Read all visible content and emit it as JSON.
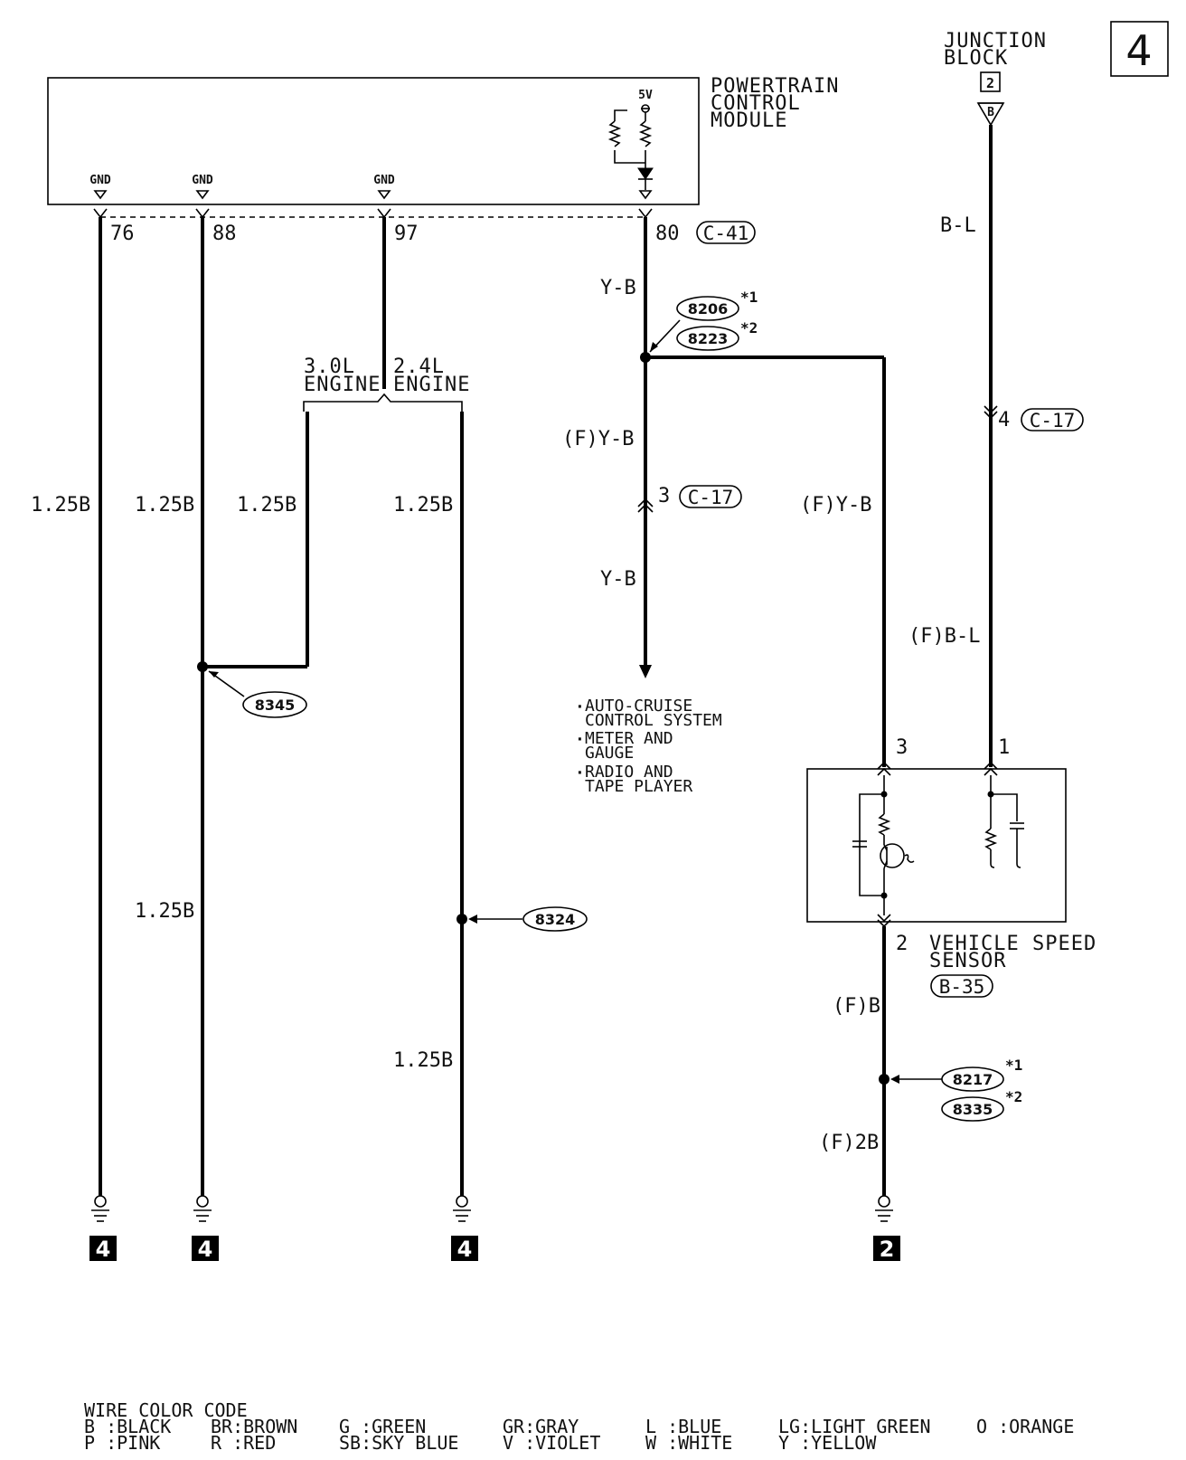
{
  "page_number": "4",
  "junction_block": {
    "line1": "JUNCTION",
    "line2": "BLOCK",
    "tag": "2",
    "connector": "B"
  },
  "pcm": {
    "line1": "POWERTRAIN",
    "line2": "CONTROL",
    "line3": "MODULE",
    "gnd": "GND",
    "v5": "5V"
  },
  "pins": {
    "p76": "76",
    "p88": "88",
    "p97": "97",
    "p80": "80"
  },
  "connectors": {
    "c41": "C-41",
    "c17": "C-17",
    "b35": "B-35"
  },
  "wires": {
    "w125b": "1.25B",
    "yb": "Y-B",
    "fyb": "(F)Y-B",
    "bl": "B-L",
    "fbl": "(F)B-L",
    "fb": "(F)B",
    "f2b": "(F)2B"
  },
  "engines": {
    "e30": "3.0L",
    "e24": "2.4L",
    "engine": "ENGINE"
  },
  "splices": {
    "s206": "8206",
    "s223": "8223",
    "s345": "8345",
    "s324": "8324",
    "s217": "8217",
    "s335": "8335",
    "m1": "*1",
    "m2": "*2"
  },
  "pin_numbers": {
    "n3": "3",
    "n4": "4",
    "n1": "1",
    "n2": "2"
  },
  "destinations": {
    "d1a": "AUTO-CRUISE",
    "d1b": "CONTROL SYSTEM",
    "d2a": "METER AND",
    "d2b": "GAUGE",
    "d3a": "RADIO AND",
    "d3b": "TAPE PLAYER"
  },
  "sensor": {
    "line1": "VEHICLE SPEED",
    "line2": "SENSOR"
  },
  "grounds": {
    "g1": "4",
    "g2": "4",
    "g3": "4",
    "g4": "2"
  },
  "legend": {
    "title": "WIRE COLOR CODE",
    "row1": [
      "B :BLACK",
      "BR:BROWN",
      "G :GREEN",
      "GR:GRAY",
      "L :BLUE",
      "LG:LIGHT GREEN",
      "O :ORANGE"
    ],
    "row2": [
      "P :PINK",
      "R :RED",
      "SB:SKY BLUE",
      "V :VIOLET",
      "W :WHITE",
      "Y :YELLOW"
    ]
  }
}
